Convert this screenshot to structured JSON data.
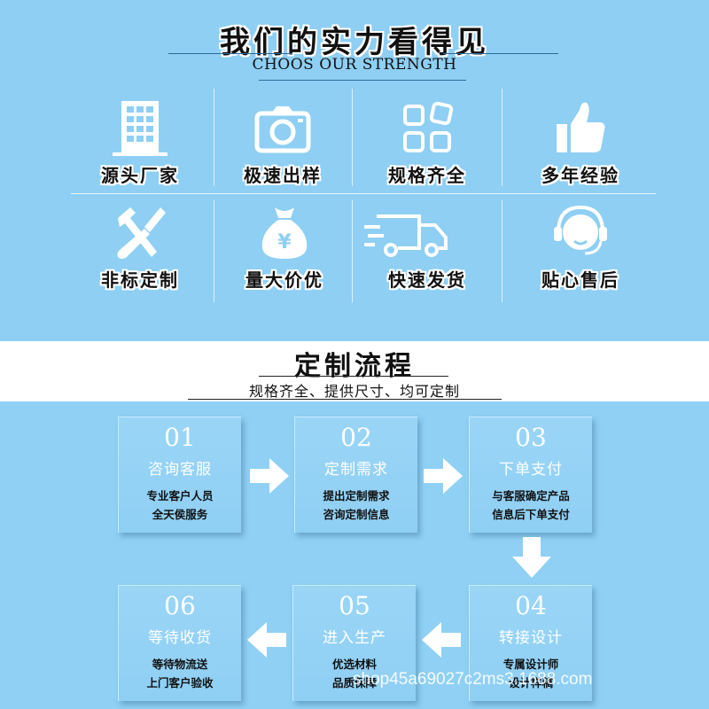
{
  "header": {
    "title": "我们的实力看得见",
    "subtitle": "CHOOS OUR STRENGTH"
  },
  "features": [
    {
      "label": "源头厂家",
      "icon": "building-icon"
    },
    {
      "label": "极速出样",
      "icon": "camera-icon"
    },
    {
      "label": "规格齐全",
      "icon": "grid-icon"
    },
    {
      "label": "多年经验",
      "icon": "thumbs-up-icon"
    },
    {
      "label": "非标定制",
      "icon": "hammer-screwdriver-icon"
    },
    {
      "label": "量大价优",
      "icon": "money-bag-icon"
    },
    {
      "label": "快速发货",
      "icon": "truck-icon"
    },
    {
      "label": "贴心售后",
      "icon": "headset-icon"
    }
  ],
  "process": {
    "title": "定制流程",
    "subtitle": "规格齐全、提供尺寸、均可定制",
    "steps": [
      {
        "num": "01",
        "name": "咨询客服",
        "desc1": "专业客户人员",
        "desc2": "全天侯服务"
      },
      {
        "num": "02",
        "name": "定制需求",
        "desc1": "提出定制需求",
        "desc2": "咨询定制信息"
      },
      {
        "num": "03",
        "name": "下单支付",
        "desc1": "与客服确定产品",
        "desc2": "信息后下单支付"
      },
      {
        "num": "04",
        "name": "转接设计",
        "desc1": "专属设计师",
        "desc2": "设计样稿"
      },
      {
        "num": "05",
        "name": "进入生产",
        "desc1": "优选材料",
        "desc2": "品质保障"
      },
      {
        "num": "06",
        "name": "等待收货",
        "desc1": "等待物流送",
        "desc2": "上门客户验收"
      }
    ]
  },
  "watermark": "shop45a69027c2ms3.1688.com",
  "colors": {
    "background": "#8ecff3",
    "band": "#ffffff",
    "text": "#111111"
  }
}
